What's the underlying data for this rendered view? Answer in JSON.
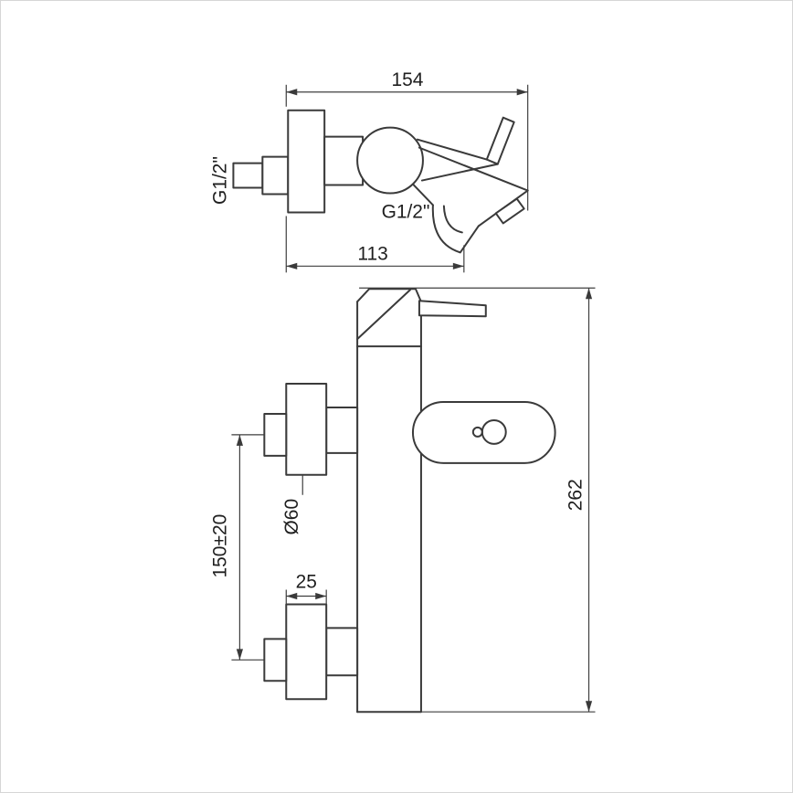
{
  "colors": {
    "line": "#3a3a3a",
    "text": "#1f1f1f",
    "background": "#ffffff",
    "frame_border": "#d6d6d6"
  },
  "side_view": {
    "dim_total_depth": "154",
    "inlet_thread_label": "G1/2\"",
    "outlet_thread_label": "G1/2\"",
    "dim_spout_reach": "113"
  },
  "front_view": {
    "dim_total_height": "262",
    "dim_flange_diameter": "Ø60",
    "dim_connection_spacing": "150±20",
    "dim_flange_depth": "25"
  }
}
